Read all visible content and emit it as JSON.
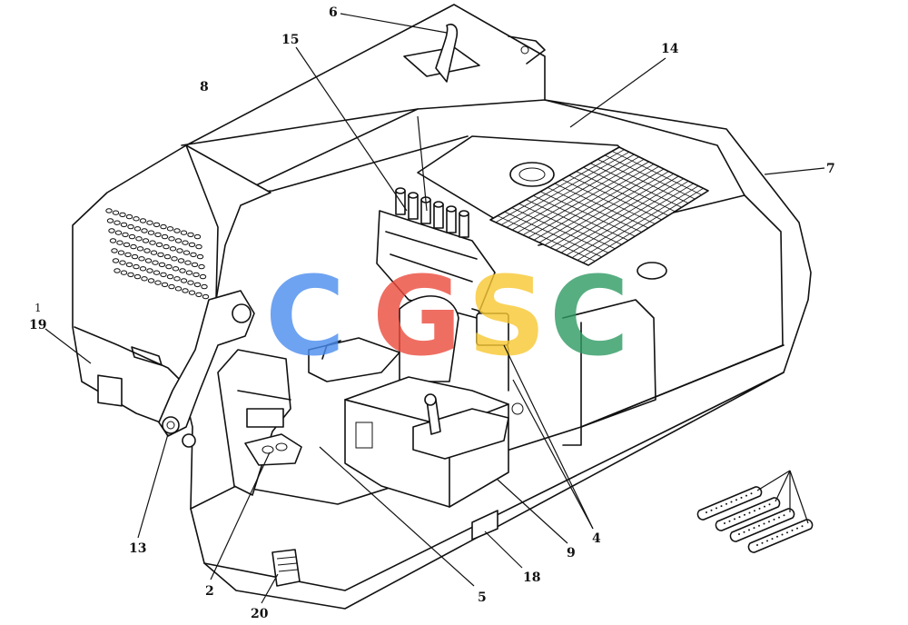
{
  "callouts": {
    "c1": "1",
    "c2": "2",
    "c4": "4",
    "c5": "5",
    "c6": "6",
    "c7": "7",
    "c8": "8",
    "c9": "9",
    "c13": "13",
    "c14": "14",
    "c15": "15",
    "c18": "18",
    "c19": "19",
    "c20": "20"
  },
  "watermark": {
    "text": "CGSC",
    "colors": [
      "#4a8df0",
      "#ec4a3c",
      "#f8c832",
      "#2e9a62"
    ]
  }
}
